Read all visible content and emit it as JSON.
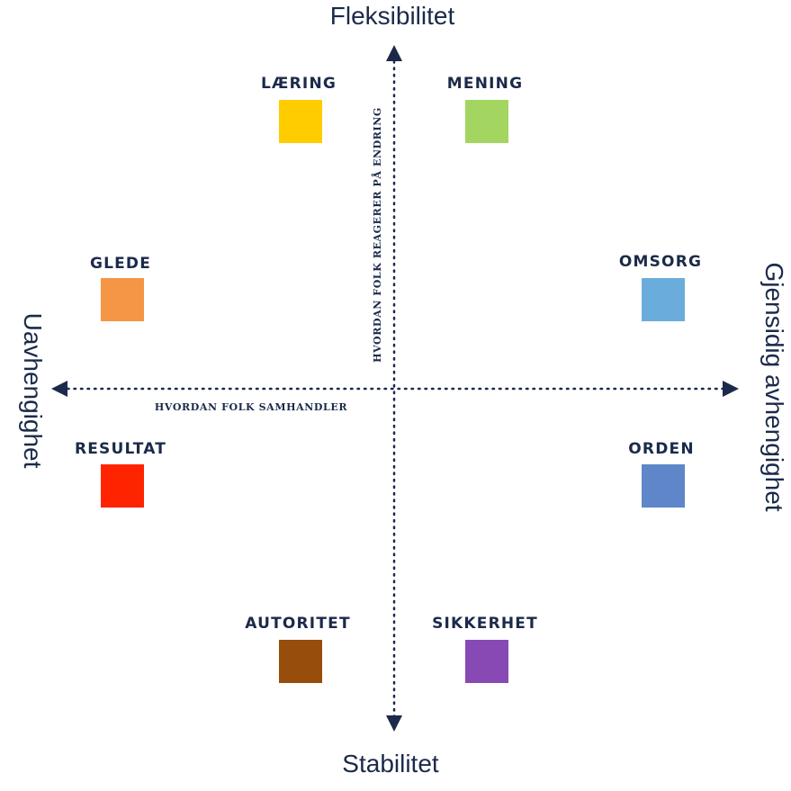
{
  "axes": {
    "top": "Fleksibilitet",
    "bottom": "Stabilitet",
    "left": "Uavhengighet",
    "right": "Gjensidig avhengighet",
    "vertical_caption": "HVORDAN FOLK REAGERER PÅ ENDRING",
    "horizontal_caption": "HVORDAN FOLK SAMHANDLER",
    "line_color": "#1b2a4a"
  },
  "categories": [
    {
      "key": "laering",
      "label": "LÆRING",
      "color": "#ffcc00"
    },
    {
      "key": "mening",
      "label": "MENING",
      "color": "#a3d660"
    },
    {
      "key": "glede",
      "label": "GLEDE",
      "color": "#f49646"
    },
    {
      "key": "omsorg",
      "label": "OMSORG",
      "color": "#6aaddc"
    },
    {
      "key": "resultat",
      "label": "RESULTAT",
      "color": "#ff2400"
    },
    {
      "key": "orden",
      "label": "ORDEN",
      "color": "#5e86c8"
    },
    {
      "key": "autoritet",
      "label": "AUTORITET",
      "color": "#974d0b"
    },
    {
      "key": "sikkerhet",
      "label": "SIKKERHET",
      "color": "#8749b4"
    }
  ]
}
